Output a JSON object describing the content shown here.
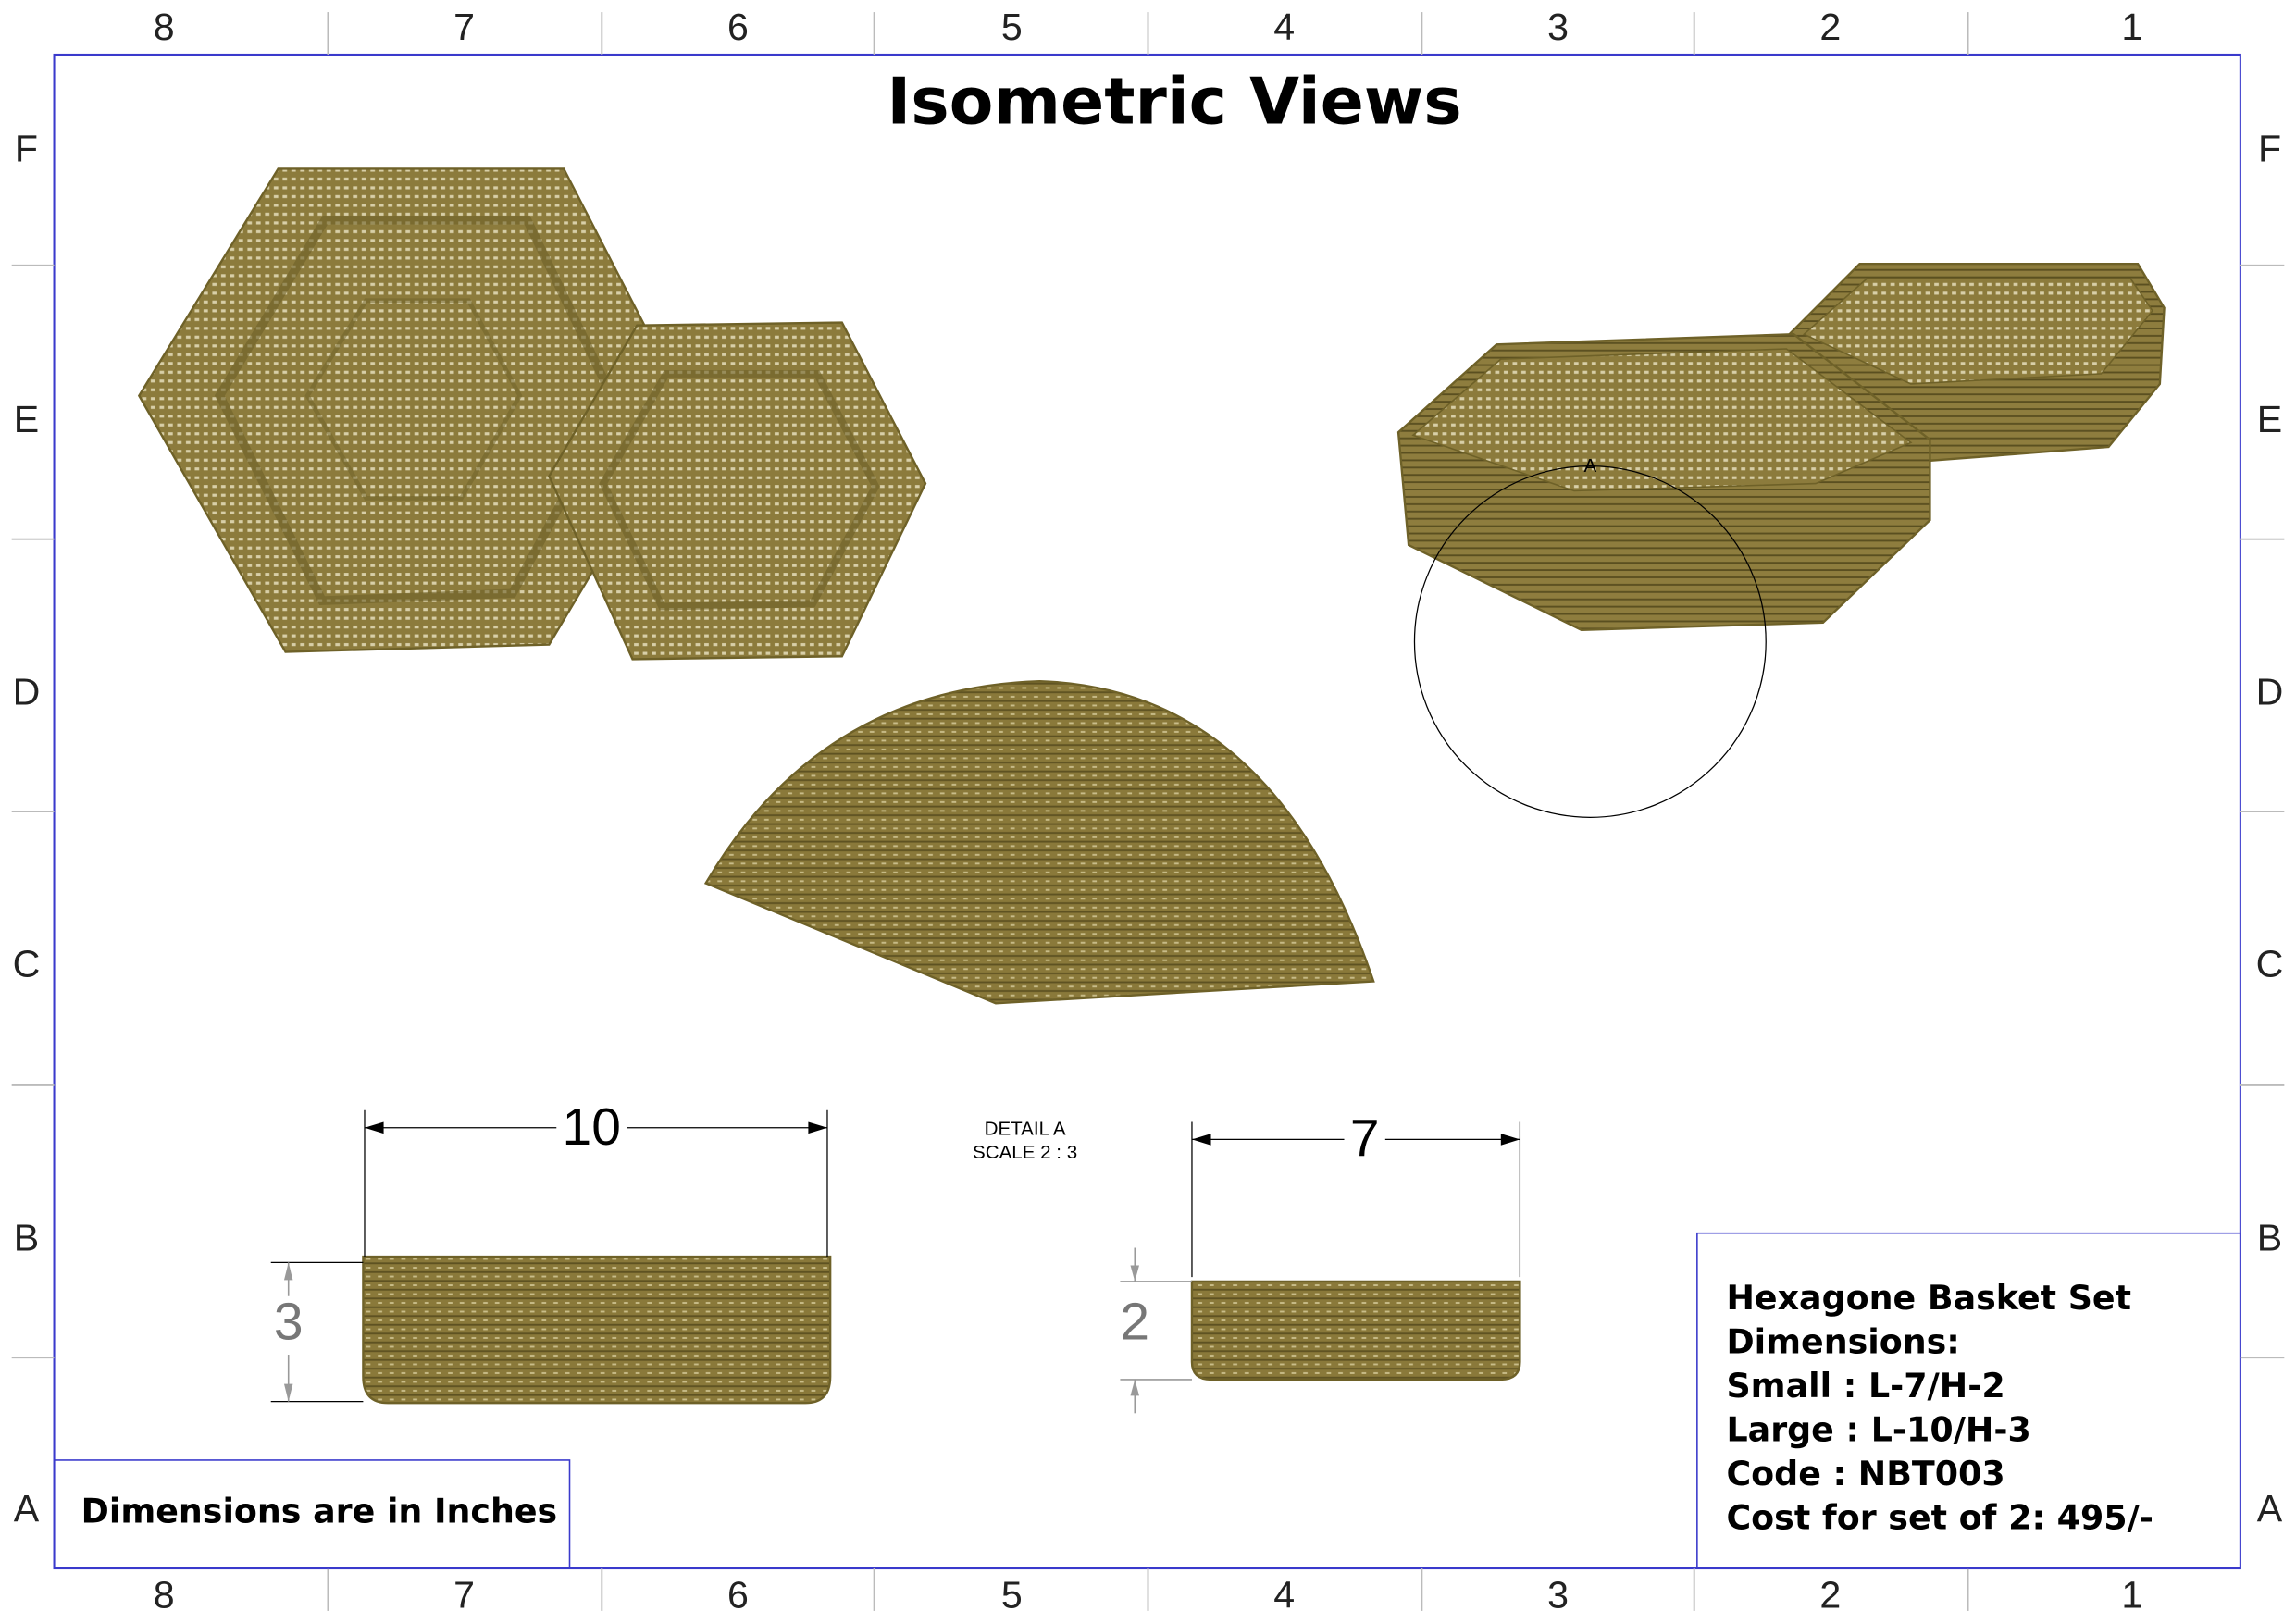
{
  "title": "Isometric Views",
  "zones": {
    "columns": [
      "8",
      "7",
      "6",
      "5",
      "4",
      "3",
      "2",
      "1"
    ],
    "rows": [
      "F",
      "E",
      "D",
      "C",
      "B",
      "A"
    ]
  },
  "detail": {
    "callout": "A",
    "label": "DETAIL A",
    "scale": "SCALE 2 : 3"
  },
  "dimensions": {
    "large_length": "10",
    "large_height": "3",
    "small_length": "7",
    "small_height": "2"
  },
  "units_note": "Dimensions are in Inches",
  "info_box": {
    "lines": [
      "Hexagone Basket Set",
      "Dimensions:",
      "Small : L-7/H-2",
      "Large : L-10/H-3",
      "Code : NBT003",
      "Cost for set of 2: 495/-"
    ]
  },
  "colors": {
    "border": "#3a3acc",
    "basket": "#8c7b3c"
  }
}
